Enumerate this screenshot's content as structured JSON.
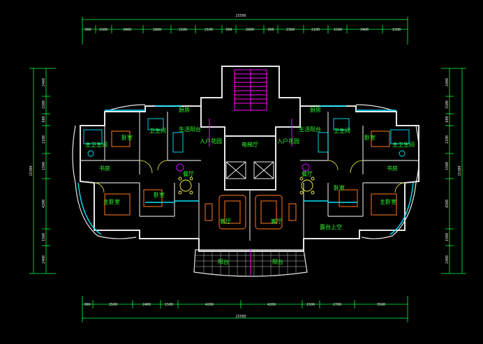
{
  "drawing": {
    "top_total": "25500",
    "top_segments": [
      "900",
      "1500",
      "3400",
      "1800",
      "2100",
      "2100",
      "900",
      "2800",
      "900",
      "2300",
      "2100",
      "1500",
      "3400",
      "1500"
    ],
    "bottom_total": "25500",
    "bottom_segments": [
      "900",
      "3500",
      "2400",
      "1500",
      "4200",
      "4200",
      "1500",
      "2700",
      "3500"
    ],
    "left_total": "15300",
    "left_segments": [
      "2400",
      "1500",
      "600",
      "2100",
      "1500",
      "4200",
      "1500",
      "2400"
    ],
    "right_total": "15300",
    "right_segments": [
      "2400",
      "1500",
      "600",
      "2100",
      "1500",
      "4200",
      "1500",
      "2400"
    ]
  },
  "rooms": {
    "bedroom_left": "卧室",
    "bedroom_right": "卧室",
    "toilet_left": "卫生间",
    "toilet_right": "卫生间",
    "bath_left": "主卫生间",
    "bath_right": "主卫生间",
    "kitchen_left": "厨房",
    "kitchen_right": "厨房",
    "entry_left": "入户花园",
    "entry_right": "入户花园",
    "lobby": "电梯厅",
    "study_left": "书房",
    "study_right": "书房",
    "dining_left": "餐厅",
    "dining_right": "餐厅",
    "bedroom2_left": "卧室",
    "bedroom2_right": "卧室",
    "master_left": "主卧室",
    "master_right": "主卧室",
    "living_left": "客厅",
    "living_right": "客厅",
    "balcony_left": "阳台",
    "balcony_right": "阳台",
    "void": "露台上空",
    "utility_left": "生活阳台",
    "utility_right": "生活阳台"
  },
  "colors": {
    "background": "#000000",
    "wall": "#e8e8e8",
    "dimension": "#00ff3c",
    "label": "#2cff2c",
    "stair": "#ff00ff",
    "glass": "#00e5ff",
    "furniture": "#ff7a1a",
    "door": "#ffff40",
    "marker": "#d000ff"
  }
}
